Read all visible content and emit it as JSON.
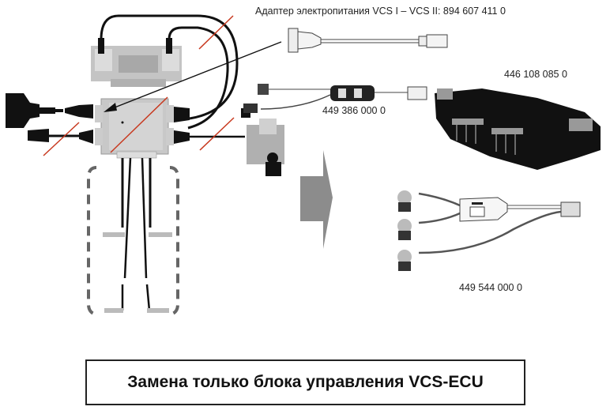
{
  "labels": {
    "power_adapter": "Адаптер электропитания VCS I – VCS II:  894 607 411 0",
    "adapter_cable_2": "449 386 000 0",
    "ecu_unit": "446 108 085 0",
    "adapter_cable_3": "449 544 000 0"
  },
  "caption": "Замена только блока управления VCS-ECU",
  "colors": {
    "strike": "#c8391f",
    "arrow": "#8c8c8c",
    "part_dark": "#1a1a1a",
    "part_gray": "#b8b8b8"
  }
}
